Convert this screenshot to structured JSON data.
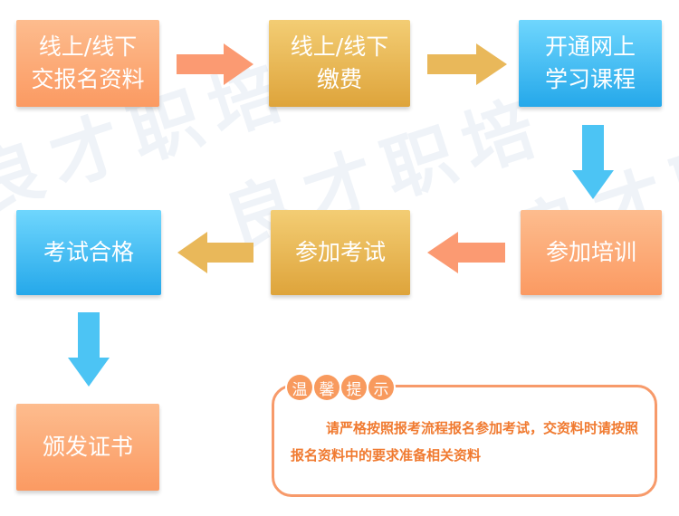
{
  "colors": {
    "orange_box": "#fb9a62",
    "gold_box": "#dea43b",
    "blue_box": "#25a8ea",
    "arrow_orange": "#fb9a72",
    "arrow_gold": "#e9b85a",
    "arrow_blue": "#4cc4f4",
    "tip_border": "#f79a6a",
    "tip_text": "#f07a30"
  },
  "steps": {
    "s1": {
      "line1": "线上/线下",
      "line2": "交报名资料"
    },
    "s2": {
      "line1": "线上/线下",
      "line2": "缴费"
    },
    "s3": {
      "line1": "开通网上",
      "line2": "学习课程"
    },
    "s4": {
      "label": "参加培训"
    },
    "s5": {
      "label": "参加考试"
    },
    "s6": {
      "label": "考试合格"
    },
    "s7": {
      "label": "颁发证书"
    }
  },
  "tip": {
    "title_chars": [
      "温",
      "馨",
      "提",
      "示"
    ],
    "text": "请严格按照报考流程报名参加考试，交资料时请按照报名资料中的要求准备相关资料"
  },
  "watermark": "良才职培"
}
